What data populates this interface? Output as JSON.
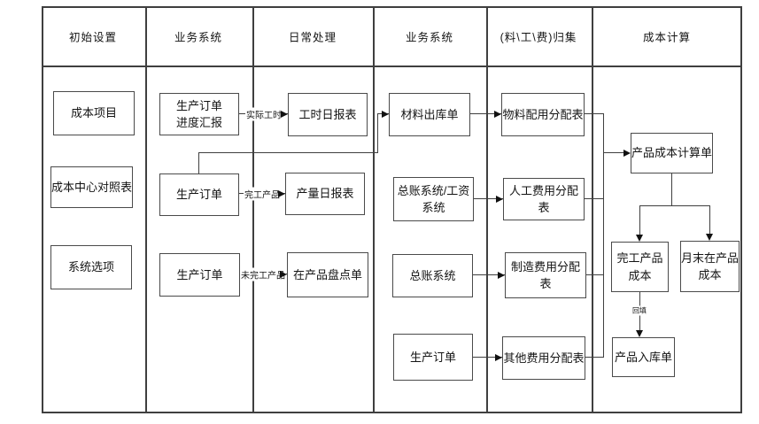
{
  "diagram": {
    "headers": [
      "初始设置",
      "业务系统",
      "日常处理",
      "业务系统",
      "(料\\工\\费)归集",
      "成本计算"
    ],
    "boxes": {
      "cost_item": "成本项目",
      "cost_center_map": "成本中心对照表",
      "system_options": "系统选项",
      "prod_order_progress": "生产订单\n进度汇报",
      "prod_order_row2": "生产订单",
      "prod_order_row3": "生产订单",
      "hours_daily_report": "工时日报表",
      "output_daily_report": "产量日报表",
      "wip_count_sheet": "在产品盘点单",
      "material_issue": "材料出库单",
      "gl_payroll_system": "总账系统/工资\n系统",
      "gl_system": "总账系统",
      "prod_order_row4": "生产订单",
      "material_alloc": "物料配用分配表",
      "labor_alloc": "人工费用分配表",
      "mfg_alloc": "制造费用分配表",
      "other_alloc": "其他费用分配表",
      "product_cost_calc": "产品成本计算单",
      "finished_cost": "完工产品\n成本",
      "monthend_wip_cost": "月末在产品\n成本",
      "product_receipt": "产品入库单"
    },
    "edge_labels": {
      "actual_hours": "实际工时",
      "finished_product": "完工产品",
      "unfinished_product": "未完工产品",
      "backfill": "回填"
    },
    "colors": {
      "line": "#3f3f3f",
      "box_border": "#4a4a4a",
      "text": "#141414",
      "background": "#ffffff"
    }
  }
}
